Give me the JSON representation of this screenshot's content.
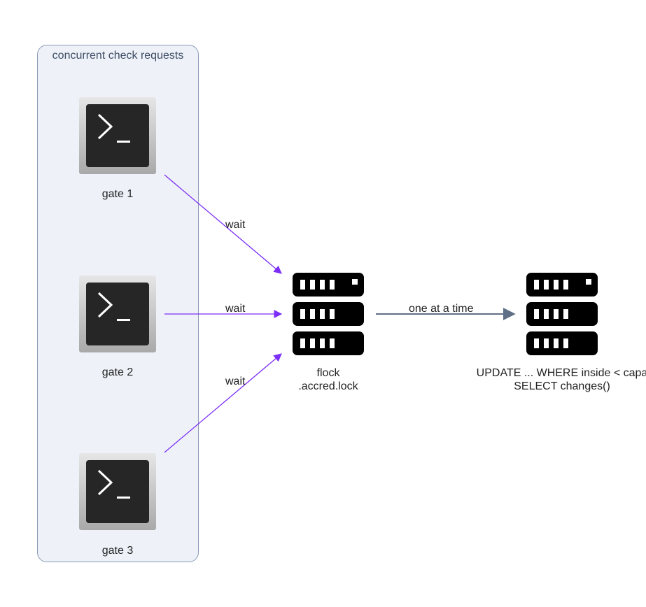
{
  "cluster": {
    "title": "concurrent check requests"
  },
  "nodes": {
    "gate1": {
      "label": "gate 1",
      "icon": "terminal-icon"
    },
    "gate2": {
      "label": "gate 2",
      "icon": "terminal-icon"
    },
    "gate3": {
      "label": "gate 3",
      "icon": "terminal-icon"
    },
    "lock": {
      "label_line1": "flock",
      "label_line2": ".accred.lock",
      "icon": "server-icon"
    },
    "db": {
      "label_line1": "UPDATE ... WHERE inside < capa",
      "label_line2": "SELECT changes()",
      "icon": "server-icon"
    }
  },
  "edges": {
    "gate1_to_lock": {
      "label": "wait",
      "color": "#7b2ff7"
    },
    "gate2_to_lock": {
      "label": "wait",
      "color": "#7b2ff7"
    },
    "gate3_to_lock": {
      "label": "wait",
      "color": "#7b2ff7"
    },
    "lock_to_db": {
      "label": "one at a time",
      "color": "#5f6f86"
    }
  },
  "colors": {
    "cluster_fill": "#eef2f8",
    "cluster_border": "#8a9ab5",
    "wait_edge": "#7b2ff7",
    "serial_edge": "#5f6f86"
  }
}
